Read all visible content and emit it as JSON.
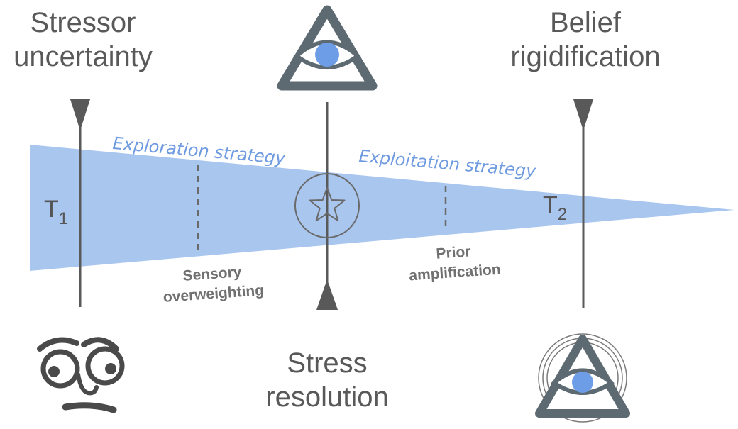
{
  "labels": {
    "stressor_line1": "Stressor",
    "stressor_line2": "uncertainty",
    "belief_line1": "Belief",
    "belief_line2": "rigidification",
    "stress_line1": "Stress",
    "stress_line2": "resolution",
    "exploration": "Exploration strategy",
    "exploitation": "Exploitation strategy",
    "sensory_line1": "Sensory",
    "sensory_line2": "overweighting",
    "prior_line1": "Prior",
    "prior_line2": "amplification",
    "t1_main": "T",
    "t1_sub": "1",
    "t2_main": "T",
    "t2_sub": "2"
  },
  "colors": {
    "wedge_fill": "#a9c6ef",
    "strategy_text": "#6f9be0",
    "line": "#595959",
    "eye_pupil": "#6d9de6",
    "icon_stroke": "#5e6a72"
  },
  "icons": [
    "eye-triangle-icon",
    "star-circle-icon",
    "worried-face-icon",
    "eye-triangle-rings-icon"
  ]
}
